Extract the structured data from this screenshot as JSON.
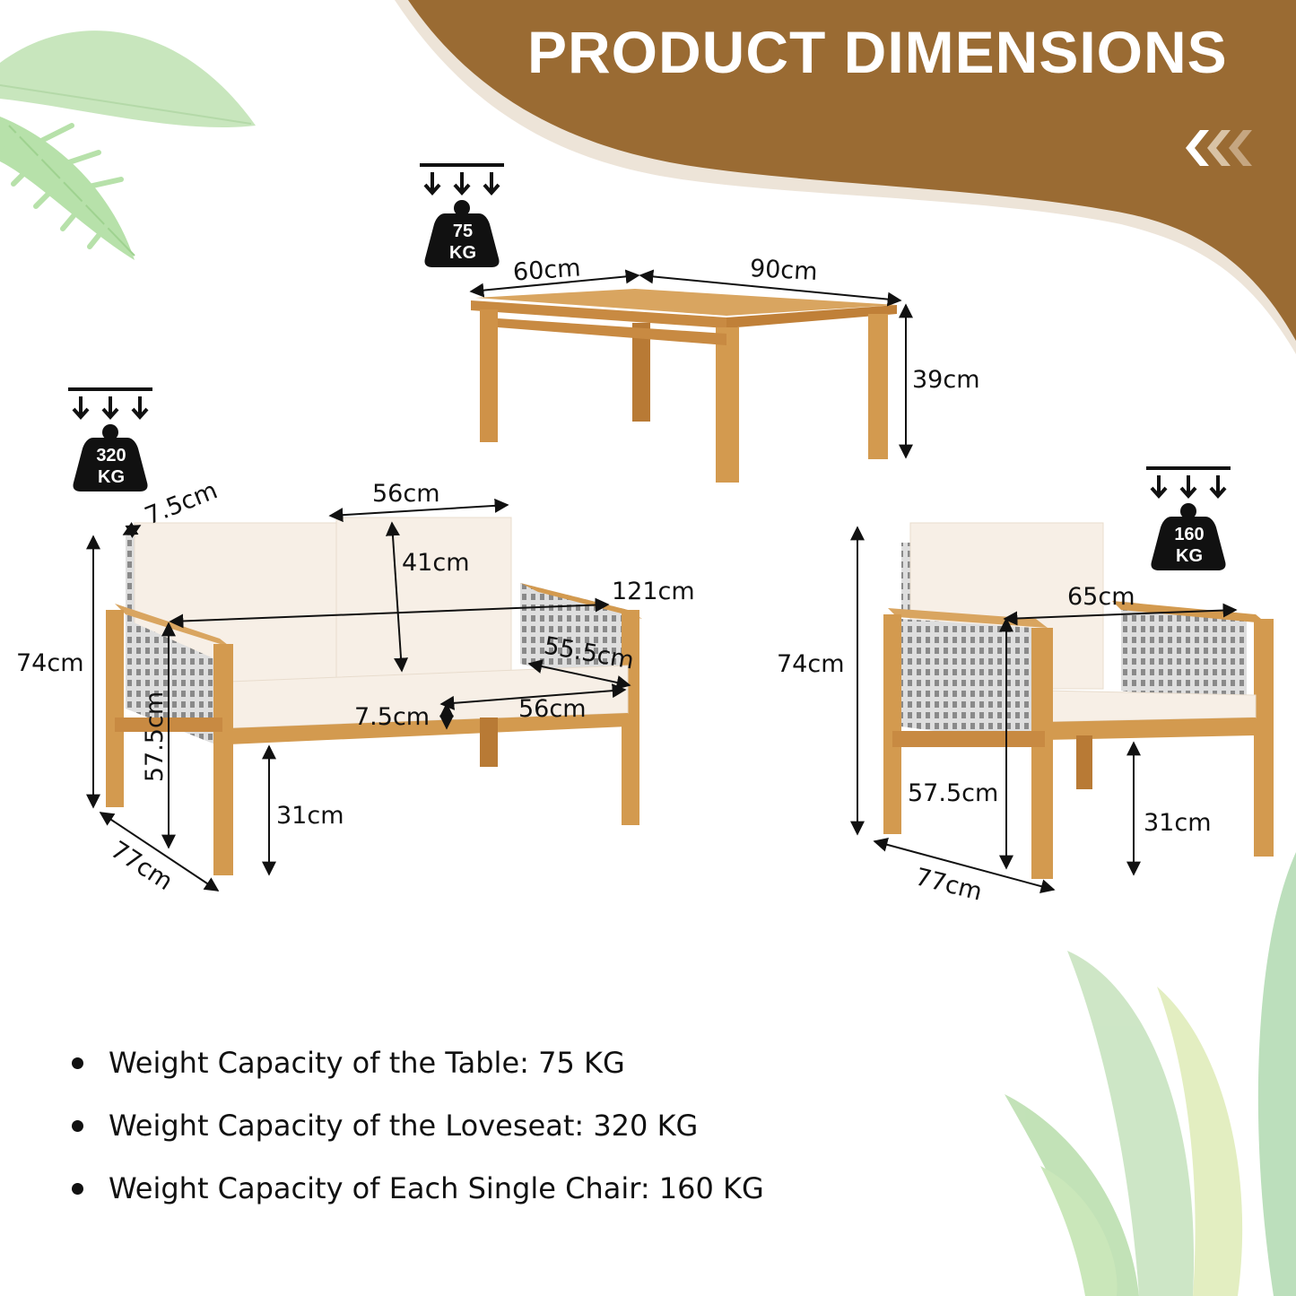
{
  "header": {
    "title": "PRODUCT DIMENSIONS",
    "chevron_icon": "triple-chevron-left",
    "banner_color": "#9a6b33",
    "banner_shadow_color": "#ede4d8"
  },
  "products": {
    "table": {
      "name": "Table",
      "weight_badge": {
        "value": "75",
        "unit": "KG"
      },
      "dimensions": {
        "depth": "60cm",
        "width": "90cm",
        "height": "39cm"
      }
    },
    "loveseat": {
      "name": "Loveseat",
      "weight_badge": {
        "value": "320",
        "unit": "KG"
      },
      "dimensions": {
        "frame_thickness": "7.5cm",
        "backrest_width": "56cm",
        "backrest_height": "41cm",
        "overall_width": "121cm",
        "seat_depth": "55.5cm",
        "seat_cushion_thickness": "7.5cm",
        "seat_width": "56cm",
        "overall_height": "74cm",
        "armrest_height": "57.5cm",
        "seat_height": "31cm",
        "overall_depth": "77cm"
      }
    },
    "chair": {
      "name": "Single Chair",
      "weight_badge": {
        "value": "160",
        "unit": "KG"
      },
      "dimensions": {
        "overall_width": "65cm",
        "overall_height": "74cm",
        "armrest_height": "57.5cm",
        "seat_height": "31cm",
        "overall_depth": "77cm"
      }
    }
  },
  "capacity_list": [
    "Weight Capacity of the Table: 75 KG",
    "Weight Capacity of the Loveseat: 320 KG",
    "Weight Capacity of Each Single Chair: 160 KG"
  ],
  "colors": {
    "wood": "#d39a4f",
    "wood_dark": "#b87a35",
    "cushion": "#f7efe6",
    "wicker": "#c9c9c9",
    "leaf_green": "#a8d49a"
  }
}
